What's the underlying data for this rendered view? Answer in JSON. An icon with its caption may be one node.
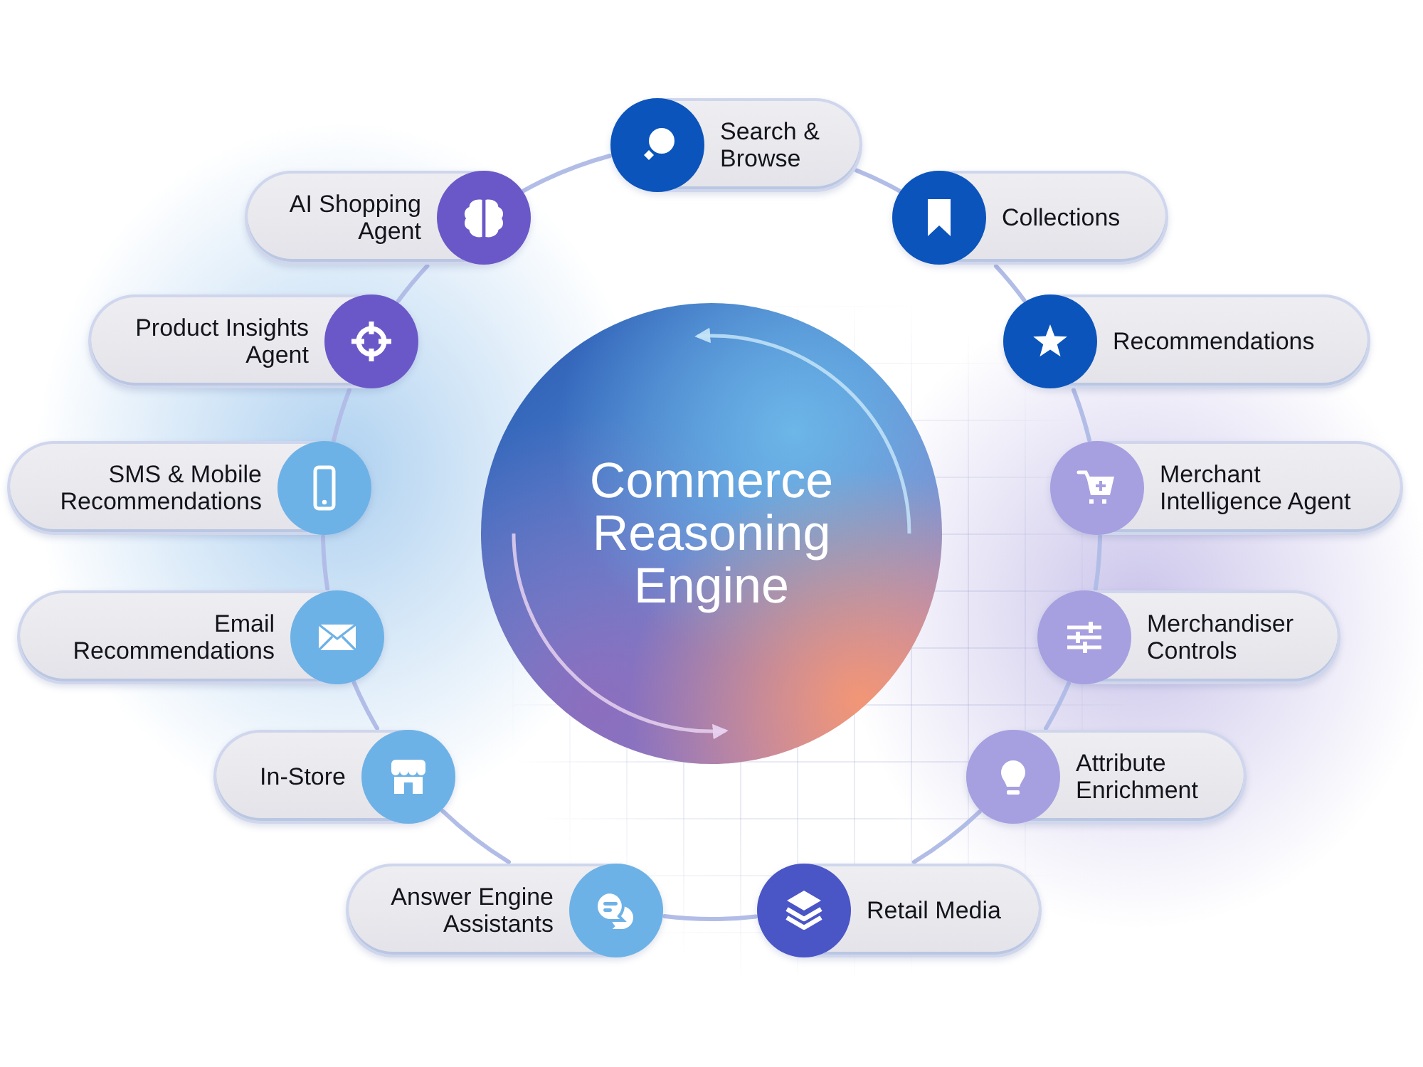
{
  "diagram": {
    "nodes": [
      {
        "text": [
          "Commerce Reasoning Engine"
        ]
      },
      {
        "text": [
          "Search & Browse"
        ]
      },
      {
        "text": [
          "Collections"
        ]
      },
      {
        "text": [
          "Recommendations"
        ]
      },
      {
        "text": [
          "Merchant Intelligence Agent"
        ]
      },
      {
        "text": [
          "Merchandiser Controls"
        ]
      },
      {
        "text": [
          "Attribute Enrichment"
        ]
      },
      {
        "text": [
          "Retail Media"
        ]
      },
      {
        "text": [
          "Answer Engine Assistants"
        ]
      },
      {
        "text": [
          "In-Store"
        ]
      },
      {
        "text": [
          "Email Recommendations"
        ]
      },
      {
        "text": [
          "SMS & Mobile Recommendations"
        ]
      },
      {
        "text": [
          "Product Insights Agent"
        ]
      },
      {
        "text": [
          "AI Shopping Agent"
        ]
      }
    ],
    "edges": [
      {
        "from": 1,
        "to": 2,
        "arrow": "none"
      },
      {
        "from": 2,
        "to": 3,
        "arrow": "none"
      },
      {
        "from": 3,
        "to": 4,
        "arrow": "none"
      },
      {
        "from": 4,
        "to": 5,
        "arrow": "none"
      },
      {
        "from": 5,
        "to": 6,
        "arrow": "none"
      },
      {
        "from": 6,
        "to": 7,
        "arrow": "none"
      },
      {
        "from": 7,
        "to": 8,
        "arrow": "none"
      },
      {
        "from": 8,
        "to": 9,
        "arrow": "none"
      },
      {
        "from": 9,
        "to": 10,
        "arrow": "none"
      },
      {
        "from": 10,
        "to": 11,
        "arrow": "none"
      },
      {
        "from": 11,
        "to": 12,
        "arrow": "none"
      },
      {
        "from": 12,
        "to": 13,
        "arrow": "none"
      },
      {
        "from": 13,
        "to": 1,
        "arrow": "none"
      }
    ]
  }
}
